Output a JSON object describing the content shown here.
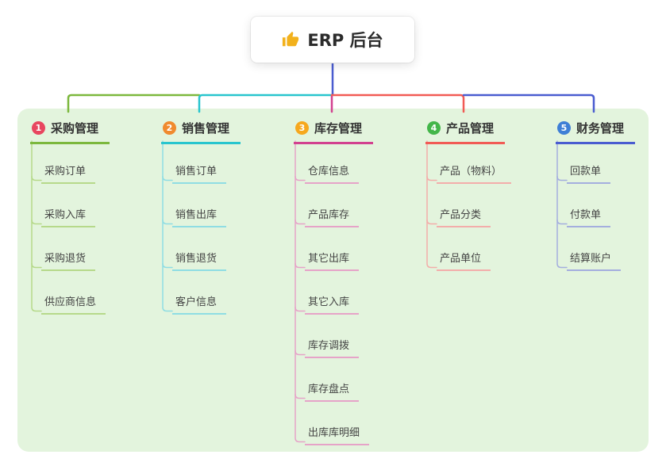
{
  "root": {
    "label": "ERP 后台",
    "icon": "thumbs-up-icon",
    "icon_color": "#f2b11c"
  },
  "canvas": {
    "panel_color": "#e3f4dd",
    "stem_color": "#4a5cd0"
  },
  "branches": [
    {
      "number": "1",
      "label": "采购管理",
      "color": "#7cb83d",
      "light": "#b6d98a",
      "badge": "#e8465f",
      "children": [
        "采购订单",
        "采购入库",
        "采购退货",
        "供应商信息"
      ]
    },
    {
      "number": "2",
      "label": "销售管理",
      "color": "#28c5ce",
      "light": "#8fdde3",
      "badge": "#f08a2e",
      "children": [
        "销售订单",
        "销售出库",
        "销售退货",
        "客户信息"
      ]
    },
    {
      "number": "3",
      "label": "库存管理",
      "color": "#d2418f",
      "light": "#e6a3c8",
      "badge": "#f6a81e",
      "children": [
        "仓库信息",
        "产品库存",
        "其它出库",
        "其它入库",
        "库存调拨",
        "库存盘点",
        "出库库明细"
      ]
    },
    {
      "number": "4",
      "label": "产品管理",
      "color": "#f15b55",
      "light": "#f3adaa",
      "badge": "#43b649",
      "children": [
        "产品（物料）",
        "产品分类",
        "产品单位"
      ]
    },
    {
      "number": "5",
      "label": "财务管理",
      "color": "#4a5cd0",
      "light": "#a4aede",
      "badge": "#3f7fd6",
      "children": [
        "回款单",
        "付款单",
        "结算账户"
      ]
    }
  ]
}
